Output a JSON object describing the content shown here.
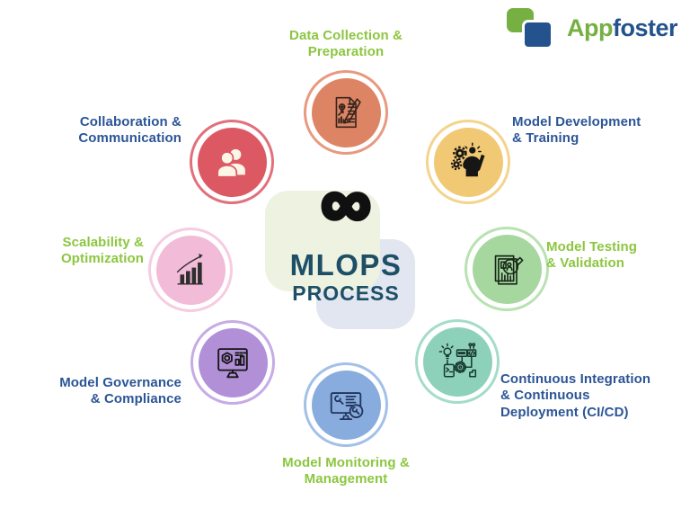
{
  "logo": {
    "app": "App",
    "foster": "foster",
    "green": "#76b043",
    "navy": "#23528c"
  },
  "center": {
    "infinity": "∞",
    "title": "MLOPS",
    "subtitle": "PROCESS",
    "text_color": "#1d4f66",
    "card_cream": "#eef2e1",
    "card_lavender": "#e2e6f1"
  },
  "text_colors": {
    "green": "#8cc63f",
    "navy": "#2b5596"
  },
  "steps": [
    {
      "id": "data-collection-preparation",
      "label": "Data Collection &\nPreparation",
      "label_color": "#8cc63f",
      "icon": "document-pencil-icon",
      "fill": "#dd8465",
      "ring": "#e89a80"
    },
    {
      "id": "model-development-training",
      "label": "Model Development\n& Training",
      "label_color": "#2b5596",
      "icon": "head-gears-icon",
      "fill": "#f1c873",
      "ring": "#f4d48d"
    },
    {
      "id": "model-testing-validation",
      "label": "Model Testing\n& Validation",
      "label_color": "#8cc63f",
      "icon": "document-magnifier-icon",
      "fill": "#a6d79f",
      "ring": "#b9e2b1"
    },
    {
      "id": "continuous-integration-deployment",
      "label": "Continuous Integration\n& Continuous\nDeployment (CI/CD)",
      "label_color": "#2b5596",
      "icon": "devops-pipeline-icon",
      "fill": "#8ed1bb",
      "ring": "#a5dcc9"
    },
    {
      "id": "model-monitoring-management",
      "label": "Model Monitoring &\nManagement",
      "label_color": "#8cc63f",
      "icon": "monitor-wrench-icon",
      "fill": "#88acdd",
      "ring": "#a3c0e8"
    },
    {
      "id": "model-governance-compliance",
      "label": "Model Governance\n& Compliance",
      "label_color": "#2b5596",
      "icon": "monitor-governance-icon",
      "fill": "#b190d8",
      "ring": "#c6abe5"
    },
    {
      "id": "scalability-optimization",
      "label": "Scalability &\nOptimization",
      "label_color": "#8cc63f",
      "icon": "growth-chart-icon",
      "fill": "#f2bbd8",
      "ring": "#f6cce1"
    },
    {
      "id": "collaboration-communication",
      "label": "Collaboration &\nCommunication",
      "label_color": "#2b5596",
      "icon": "people-icon",
      "fill": "#dc5964",
      "ring": "#e2707c"
    }
  ]
}
